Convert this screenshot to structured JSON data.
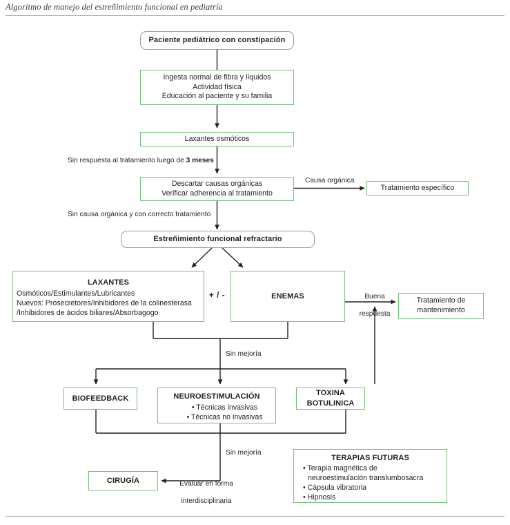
{
  "document": {
    "title": "Algoritmo de manejo del estreñimiento funcional en pediatría"
  },
  "theme": {
    "green_border": "#72c078",
    "gray_border": "#9a9a9a",
    "line_color": "#231f20",
    "rule_color": "#b3b3b3",
    "text_color": "#231f20",
    "background": "#ffffff"
  },
  "chart_data": {
    "type": "diagram",
    "subtype": "clinical-algorithm-flowchart",
    "title": "Algoritmo de manejo del estreñimiento funcional en pediatría",
    "nodes": [
      {
        "id": "n1",
        "shape": "rounded",
        "label": "Paciente pediátrico con constipación"
      },
      {
        "id": "n2",
        "shape": "rectangle",
        "label": "Ingesta normal de fibra y líquidos\nActividad física\nEducación al paciente y su familia"
      },
      {
        "id": "n3",
        "shape": "rectangle",
        "label": "Laxantes osmóticos"
      },
      {
        "id": "n4",
        "shape": "rectangle",
        "label": "Descartar causas orgánicas\nVerificar adherencia al tratamiento"
      },
      {
        "id": "n5",
        "shape": "rectangle",
        "label": "Tratamiento específico"
      },
      {
        "id": "n6",
        "shape": "rounded",
        "label": "Estreñimiento funcional refractario"
      },
      {
        "id": "n7",
        "shape": "rectangle",
        "label": "LAXANTES"
      },
      {
        "id": "n8",
        "shape": "rectangle",
        "label": "ENEMAS"
      },
      {
        "id": "n9",
        "shape": "rectangle",
        "label": "Tratamiento de mantenimiento"
      },
      {
        "id": "n10",
        "shape": "rectangle",
        "label": "BIOFEEDBACK"
      },
      {
        "id": "n11",
        "shape": "rectangle",
        "label": "NEUROESTIMULACIÓN"
      },
      {
        "id": "n12",
        "shape": "rectangle",
        "label": "TOXINA BOTULINICA"
      },
      {
        "id": "n13",
        "shape": "rectangle",
        "label": "CIRUGÍA"
      },
      {
        "id": "n14",
        "shape": "rectangle",
        "label": "TERAPIAS FUTURAS"
      }
    ],
    "edges": [
      {
        "from": "n1",
        "to": "n2",
        "label": ""
      },
      {
        "from": "n2",
        "to": "n3",
        "label": ""
      },
      {
        "from": "n3",
        "to": "n4",
        "label": "Sin respuesta al tratamiento luego de 3 meses"
      },
      {
        "from": "n4",
        "to": "n5",
        "label": "Causa orgánica"
      },
      {
        "from": "n4",
        "to": "n6",
        "label": "Sin causa orgánica y con correcto tratamiento"
      },
      {
        "from": "n6",
        "to": "n7",
        "label": ""
      },
      {
        "from": "n6",
        "to": "n8",
        "label": ""
      },
      {
        "from": "n7",
        "to": "n8",
        "label": "+ / -"
      },
      {
        "from": "n8",
        "to": "n9",
        "label": "Buena respuesta"
      },
      {
        "from": "n7",
        "to": "n10",
        "label": "Sin mejoría"
      },
      {
        "from": "n7",
        "to": "n11",
        "label": "Sin mejoría"
      },
      {
        "from": "n7",
        "to": "n12",
        "label": "Sin mejoría"
      },
      {
        "from": "n12",
        "to": "n9",
        "label": ""
      },
      {
        "from": "n10",
        "to": "n13",
        "label": "Sin mejoría / Evaluar en forma interdisciplinaria"
      }
    ]
  },
  "nodes": {
    "patient": {
      "label": "Paciente pediátrico con constipación"
    },
    "lifestyle": {
      "line1": "Ingesta normal de fibra y líquidos",
      "line2": "Actividad física",
      "line3": "Educación al paciente y su familia"
    },
    "osmotic": {
      "label": "Laxantes osmóticos"
    },
    "rule_out": {
      "line1": "Descartar causas orgánicas",
      "line2": "Verificar adherencia al tratamiento"
    },
    "specific_treatment": {
      "label": "Tratamiento específico"
    },
    "refractory": {
      "label": "Estreñimiento funcional refractario"
    },
    "laxatives": {
      "title": "LAXANTES",
      "line1": "Osmóticos/Estimulantes/Lubricantes",
      "line2": "Nuevos: Prosecretores/Inhibidores de la colinesterasa",
      "line3": "/Inhibidores de ácidos biliares/Absorbagogo"
    },
    "enemas": {
      "title": "ENEMAS"
    },
    "maintenance": {
      "line1": "Tratamiento de",
      "line2": "mantenimiento"
    },
    "biofeedback": {
      "title": "BIOFEEDBACK"
    },
    "neurostimulation": {
      "title": "NEUROESTIMULACIÓN",
      "bullet1": "• Técnicas invasivas",
      "bullet2": "• Técnicas no invasivas"
    },
    "botulinum": {
      "line1": "TOXINA",
      "line2": "BOTULINICA"
    },
    "surgery": {
      "title": "CIRUGÍA"
    },
    "future": {
      "title": "TERAPIAS FUTURAS",
      "bullet1a": "• Terapia magnética de",
      "bullet1b": "neuroestimulación translumbosacra",
      "bullet2": "• Cápsula vibratoria",
      "bullet3": "• Hipnosis"
    }
  },
  "edge_labels": {
    "no_response_pre": "Sin respuesta al tratamiento luego de ",
    "no_response_bold": "3 meses",
    "organic_cause": "Causa orgánica",
    "no_organic_cause": "Sin causa orgánica y con correcto tratamiento",
    "plus_minus": "+ / -",
    "good_response_l1": "Buena",
    "good_response_l2": "respuesta",
    "no_improvement_1": "Sin mejoría",
    "no_improvement_2": "Sin mejoría",
    "interdisciplinary_l1": "Evaluar en forma",
    "interdisciplinary_l2": "interdisciplinaria"
  }
}
